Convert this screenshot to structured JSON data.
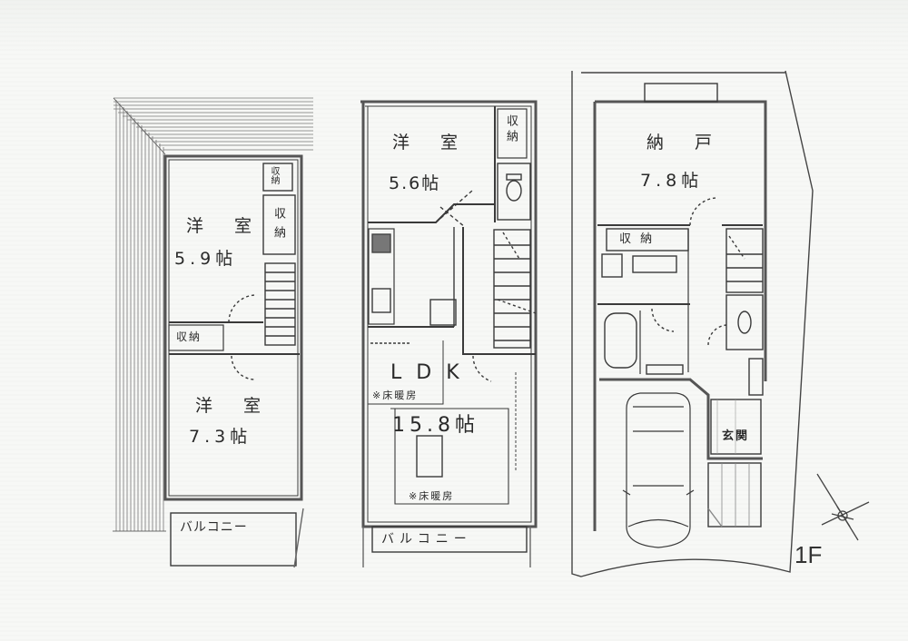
{
  "document": {
    "type": "floor-plan",
    "line_color": "#3a3a3a",
    "wall_fill": "#8a8a8a",
    "background": "#f7f8f6"
  },
  "floors": {
    "third": {
      "rooms": [
        {
          "name": "洋室",
          "size": "5.9帖"
        },
        {
          "name": "洋室",
          "size": "7.3帖"
        }
      ],
      "storage": [
        "収納",
        "収納",
        "収納"
      ],
      "balcony": "バルコニー"
    },
    "second": {
      "rooms": [
        {
          "name": "洋室",
          "size": "5.6帖"
        },
        {
          "name": "LDK",
          "size": "15.8帖"
        }
      ],
      "storage": [
        "収納"
      ],
      "floor_heating_notes": [
        "※床暖房",
        "※床暖房"
      ],
      "balcony": "バルコニー"
    },
    "first": {
      "label": "1F",
      "rooms": [
        {
          "name": "納戸",
          "size": "7.8帖"
        }
      ],
      "storage": [
        "収納"
      ],
      "entrance": "玄関"
    }
  },
  "labels": {
    "third_room1_name": "洋 室",
    "third_room1_size": "5.9帖",
    "third_room2_name": "洋 室",
    "third_room2_size": "7.3帖",
    "third_storage_small": "収納",
    "third_storage_tall": "収納",
    "third_storage_lower": "収納",
    "third_balcony": "バルコニー",
    "second_room_name": "洋 室",
    "second_room_size": "5.6帖",
    "second_storage": "収納",
    "second_ldk": "LDK",
    "second_ldk_size": "15.8帖",
    "second_note_1": "※床暖房",
    "second_note_2": "※床暖房",
    "second_balcony": "バルコニー",
    "first_room_name": "納 戸",
    "first_room_size": "7.8帖",
    "first_storage": "収 納",
    "first_entrance": "玄関",
    "first_floor_tag": "1F"
  },
  "icons": {
    "compass": "north-arrow-icon",
    "car": "car-icon",
    "bathtub": "bathtub-icon",
    "toilet": "toilet-icon",
    "stairs": "stairs-icon",
    "kitchen_sink": "sink-icon",
    "stove": "stove-icon"
  }
}
